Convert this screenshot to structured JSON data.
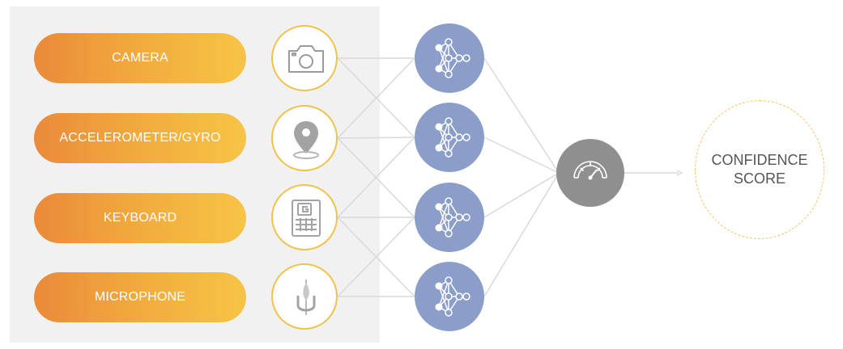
{
  "inputs": [
    {
      "label": "CAMERA",
      "icon": "camera-icon"
    },
    {
      "label": "ACCELEROMETER/GYRO",
      "icon": "location-pin-icon"
    },
    {
      "label": "KEYBOARD",
      "icon": "keyboard-icon"
    },
    {
      "label": "MICROPHONE",
      "icon": "microphone-icon"
    }
  ],
  "models": [
    {
      "icon": "neural-network-icon"
    },
    {
      "icon": "neural-network-icon"
    },
    {
      "icon": "neural-network-icon"
    },
    {
      "icon": "neural-network-icon"
    }
  ],
  "aggregator": {
    "icon": "gauge-icon"
  },
  "output": {
    "label": "CONFIDENCE\nSCORE"
  },
  "colors": {
    "pill_start": "#ea8a3a",
    "pill_end": "#f6c446",
    "sensor_ring": "#f1c24c",
    "model_node": "#8b9dc9",
    "aggregator_node": "#8f8f8f",
    "output_ring": "#f0c460",
    "connector": "#d9d9d9",
    "panel": "#f1f1f1"
  }
}
